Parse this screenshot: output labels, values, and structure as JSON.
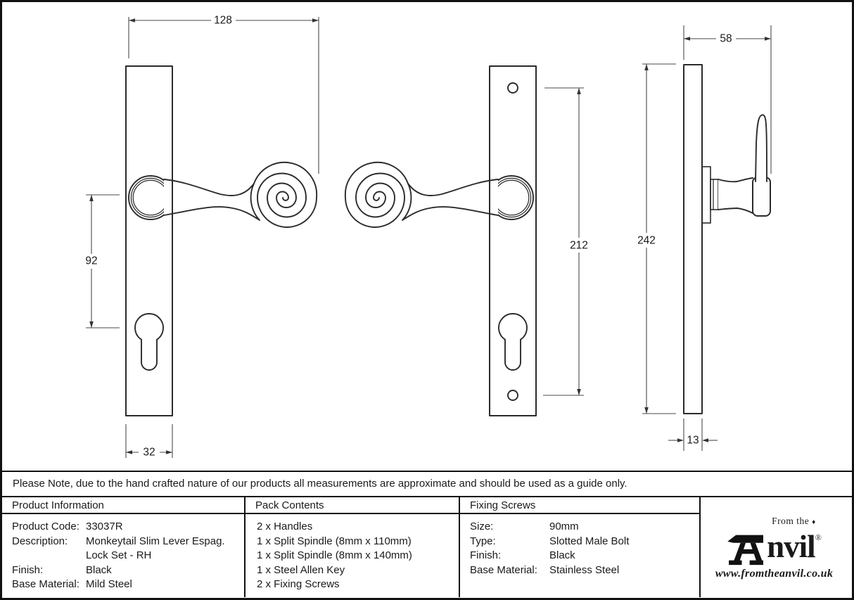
{
  "drawing": {
    "dims": {
      "handle_span": "128",
      "lever_to_keyhole": "92",
      "plate_width": "32",
      "screw_centres": "212",
      "plate_height": "242",
      "projection": "58",
      "plate_depth": "13"
    }
  },
  "note": {
    "text": "Please Note, due to the hand crafted nature of our products all measurements are approximate and should be used as a guide only."
  },
  "table": {
    "product_information": {
      "title": "Product Information",
      "rows": [
        {
          "label": "Product Code:",
          "value": "33037R"
        },
        {
          "label": "Description:",
          "value": "Monkeytail Slim Lever Espag."
        },
        {
          "label": "",
          "value": "Lock Set - RH"
        },
        {
          "label": "Finish:",
          "value": "Black"
        },
        {
          "label": "Base Material:",
          "value": "Mild Steel"
        }
      ]
    },
    "pack_contents": {
      "title": "Pack Contents",
      "items": [
        "2 x Handles",
        "1 x Split Spindle (8mm x 110mm)",
        "1 x Split Spindle (8mm x 140mm)",
        "1 x Steel Allen Key",
        "2 x Fixing Screws"
      ]
    },
    "fixing_screws": {
      "title": "Fixing Screws",
      "rows": [
        {
          "label": "Size:",
          "value": "90mm"
        },
        {
          "label": "Type:",
          "value": "Slotted Male Bolt"
        },
        {
          "label": "Finish:",
          "value": "Black"
        },
        {
          "label": "Base Material:",
          "value": "Stainless Steel"
        }
      ]
    }
  },
  "logo": {
    "prefix": "From the",
    "diamond": "♦",
    "name_rest": "nvil",
    "registered": "®",
    "website": "www.fromtheanvil.co.uk"
  }
}
